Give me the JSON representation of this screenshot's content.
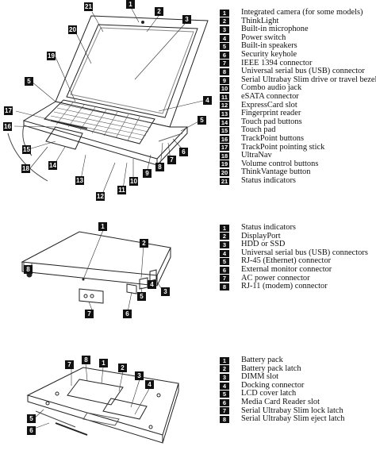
{
  "figures": [
    {
      "callouts": [
        "21",
        "1",
        "2",
        "20",
        "3",
        "19",
        "5",
        "4",
        "17",
        "16",
        "15",
        "14",
        "18",
        "13",
        "12",
        "11",
        "10",
        "9",
        "8",
        "7",
        "6",
        "5"
      ],
      "legend": [
        {
          "num": "1",
          "text": "Integrated camera (for some models)"
        },
        {
          "num": "2",
          "text": "ThinkLight"
        },
        {
          "num": "3",
          "text": "Built-in microphone"
        },
        {
          "num": "4",
          "text": "Power switch"
        },
        {
          "num": "5",
          "text": "Built-in speakers"
        },
        {
          "num": "6",
          "text": "Security keyhole"
        },
        {
          "num": "7",
          "text": "IEEE 1394 connector"
        },
        {
          "num": "8",
          "text": "Universal serial bus (USB) connector"
        },
        {
          "num": "9",
          "text": "Serial Ultrabay Slim drive or travel bezel"
        },
        {
          "num": "10",
          "text": "Combo audio jack"
        },
        {
          "num": "11",
          "text": "eSATA connector"
        },
        {
          "num": "12",
          "text": "ExpressCard slot"
        },
        {
          "num": "13",
          "text": "Fingerprint reader"
        },
        {
          "num": "14",
          "text": "Touch pad buttons"
        },
        {
          "num": "15",
          "text": "Touch pad"
        },
        {
          "num": "16",
          "text": "TrackPoint buttons"
        },
        {
          "num": "17",
          "text": "TrackPoint pointing stick"
        },
        {
          "num": "18",
          "text": "UltraNav"
        },
        {
          "num": "19",
          "text": "Volume control buttons"
        },
        {
          "num": "20",
          "text": "ThinkVantage button"
        },
        {
          "num": "21",
          "text": "Status indicators"
        }
      ]
    },
    {
      "callouts": [
        "1",
        "2",
        "3",
        "4",
        "5",
        "6",
        "7",
        "8"
      ],
      "legend": [
        {
          "num": "1",
          "text": "Status indicators"
        },
        {
          "num": "2",
          "text": "DisplayPort"
        },
        {
          "num": "3",
          "text": "HDD or SSD"
        },
        {
          "num": "4",
          "text": "Universal serial bus (USB) connectors"
        },
        {
          "num": "5",
          "text": "RJ-45 (Ethernet) connector"
        },
        {
          "num": "6",
          "text": "External monitor connector"
        },
        {
          "num": "7",
          "text": "AC power connector"
        },
        {
          "num": "8",
          "text": "RJ-11 (modem) connector"
        }
      ]
    },
    {
      "callouts": [
        "7",
        "8",
        "1",
        "2",
        "3",
        "4",
        "5",
        "6"
      ],
      "legend": [
        {
          "num": "1",
          "text": "Battery pack"
        },
        {
          "num": "2",
          "text": "Battery pack latch"
        },
        {
          "num": "3",
          "text": "DIMM slot"
        },
        {
          "num": "4",
          "text": "Docking connector"
        },
        {
          "num": "5",
          "text": "LCD cover latch"
        },
        {
          "num": "6",
          "text": "Media Card Reader slot"
        },
        {
          "num": "7",
          "text": "Serial Ultrabay Slim lock latch"
        },
        {
          "num": "8",
          "text": "Serial Ultrabay Slim eject latch"
        }
      ]
    }
  ]
}
